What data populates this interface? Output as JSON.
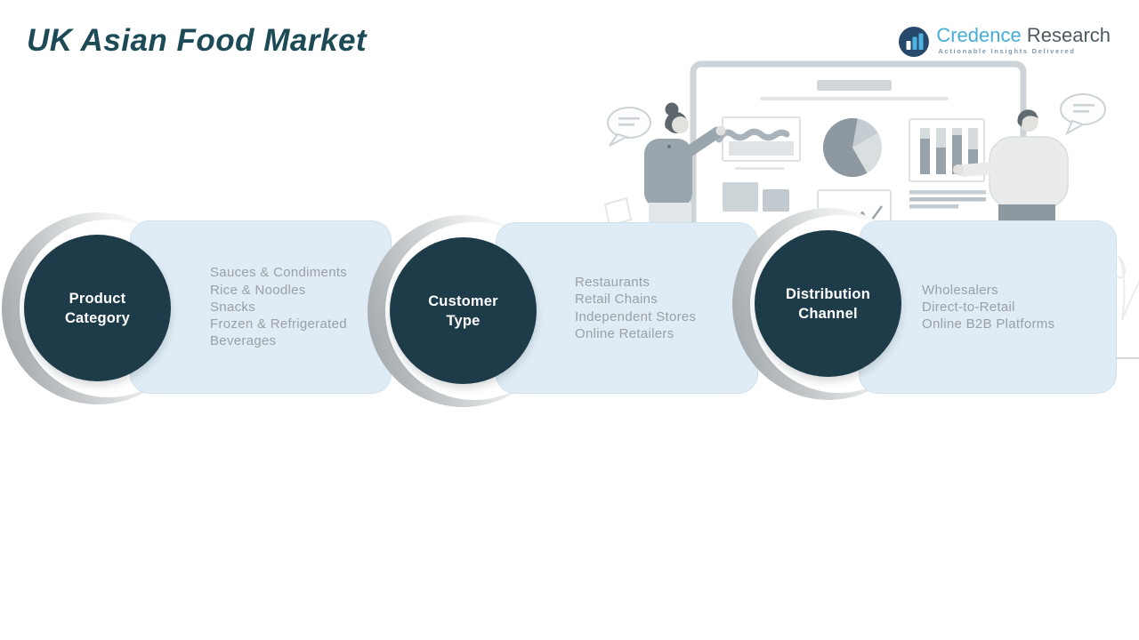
{
  "page": {
    "title": "UK Asian Food Market"
  },
  "logo": {
    "brand_primary": "Credence",
    "brand_secondary": "Research",
    "tagline": "Actionable Insights Delivered"
  },
  "segments": [
    {
      "label": "Product Category",
      "items": [
        "Sauces & Condiments",
        "Rice & Noodles",
        "Snacks",
        "Frozen & Refrigerated",
        "Beverages"
      ]
    },
    {
      "label": "Customer Type",
      "items": [
        "Restaurants",
        "Retail Chains",
        "Independent Stores",
        "Online Retailers"
      ]
    },
    {
      "label": "Distribution Channel",
      "items": [
        "Wholesalers",
        "Direct-to-Retail",
        "Online B2B Platforms"
      ]
    }
  ],
  "colors": {
    "accent_dark": "#1d3b48",
    "card_bg": "#dfecf5",
    "card_border": "#cfe1ee",
    "list_text": "#9aa0a4",
    "title_text": "#1d4a57",
    "logo_blue": "#45aed6",
    "logo_gray": "#4d5a62",
    "tagline_color": "#7d9aac"
  }
}
